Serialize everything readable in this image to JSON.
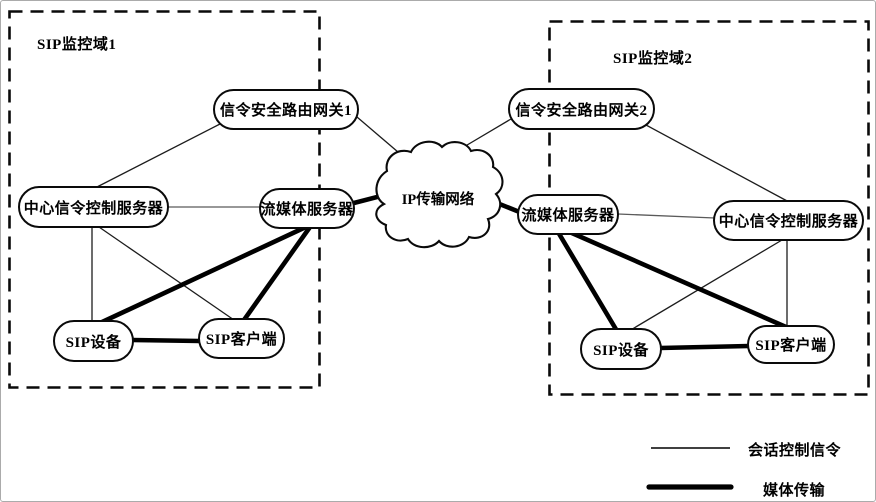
{
  "diagram": {
    "domain1": {
      "label": "SIP监控域1"
    },
    "domain2": {
      "label": "SIP监控域2"
    },
    "nodes": {
      "gateway1": "信令安全路由网关1",
      "central_server1": "中心信令控制服务器",
      "media_server1": "流媒体服务器",
      "device1": "SIP设备",
      "client1": "SIP客户端",
      "gateway2": "信令安全路由网关2",
      "central_server2": "中心信令控制服务器",
      "media_server2": "流媒体服务器",
      "device2": "SIP设备",
      "client2": "SIP客户端"
    },
    "cloud": {
      "label": "IP传输网络"
    },
    "legend": {
      "thin_line_label": "会话控制信令",
      "thick_line_label": "媒体传输"
    },
    "colors": {
      "line": "#000000",
      "background": "#ffffff"
    }
  }
}
